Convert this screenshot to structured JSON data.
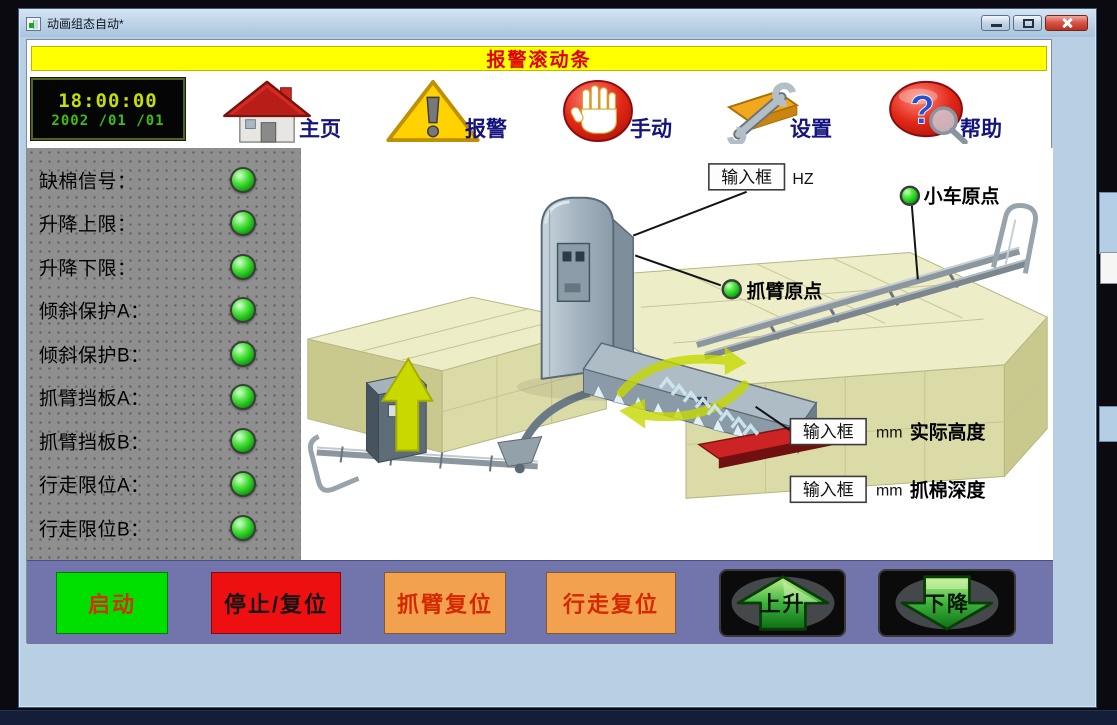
{
  "window": {
    "title": "动画组态自动*"
  },
  "alarm_banner": {
    "text": "报警滚动条"
  },
  "clock": {
    "time": "18:00:00",
    "date": "2002 /01 /01"
  },
  "nav": {
    "items": [
      {
        "label": "主页"
      },
      {
        "label": "报警"
      },
      {
        "label": "手动"
      },
      {
        "label": "设置"
      },
      {
        "label": "帮助"
      }
    ]
  },
  "status_panel": {
    "items": [
      {
        "label": "缺棉信号：",
        "state": "on"
      },
      {
        "label": "升降上限：",
        "state": "on"
      },
      {
        "label": "升降下限：",
        "state": "on"
      },
      {
        "label": "倾斜保护A：",
        "state": "on"
      },
      {
        "label": "倾斜保护B：",
        "state": "on"
      },
      {
        "label": "抓臂挡板A：",
        "state": "on"
      },
      {
        "label": "抓臂挡板B：",
        "state": "on"
      },
      {
        "label": "行走限位A：",
        "state": "on"
      },
      {
        "label": "行走限位B：",
        "state": "on"
      }
    ]
  },
  "diagram": {
    "frequency_input": {
      "label": "输入框",
      "unit": "HZ"
    },
    "cart_origin": {
      "label": "小车原点",
      "state": "on"
    },
    "arm_origin": {
      "label": "抓臂原点",
      "state": "on"
    },
    "height_input": {
      "label": "输入框",
      "unit": "mm",
      "caption": "实际高度"
    },
    "depth_input": {
      "label": "输入框",
      "unit": "mm",
      "caption": "抓棉深度"
    }
  },
  "controls": {
    "start": "启动",
    "stop_reset": "停止/复位",
    "arm_reset": "抓臂复位",
    "travel_reset": "行走复位",
    "up": "上升",
    "down": "下降"
  },
  "icons": {
    "help_glyph": "?"
  },
  "colors": {
    "alarm_banner_bg": "#ffff00",
    "alarm_banner_text": "#e00000",
    "led_on": "#22cc22",
    "start_bg": "#00e000",
    "stop_bg": "#ee1010",
    "reset_bg": "#f2a24e",
    "bottom_bar_bg": "#7175ac"
  }
}
